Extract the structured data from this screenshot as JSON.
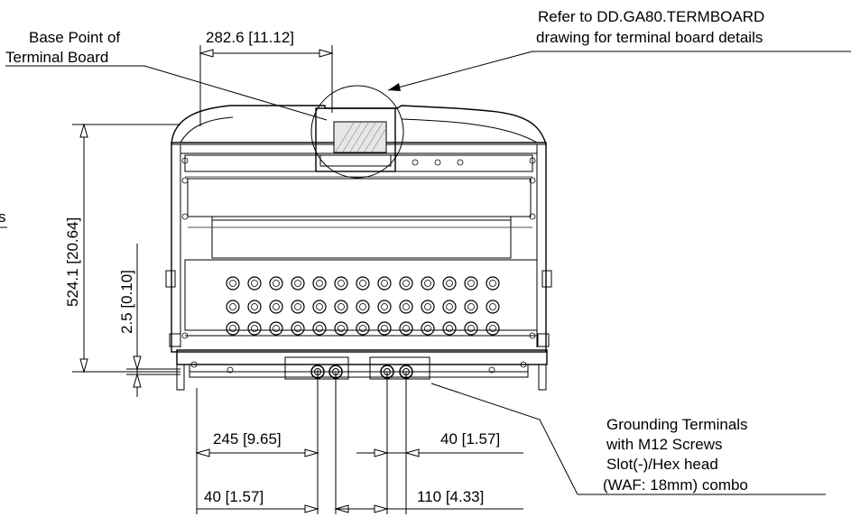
{
  "callouts": {
    "base_point_line1": "Base Point of",
    "base_point_line2": "Terminal Board",
    "refer_line1": "Refer to DD.GA80.TERMBOARD",
    "refer_line2": "drawing for terminal board details",
    "ground_line1": "Grounding Terminals",
    "ground_line2": "with M12 Screws",
    "ground_line3": "Slot(-)/Hex head",
    "ground_line4": " (WAF: 18mm) combo",
    "left_edge_fragment": "s"
  },
  "dimensions": {
    "top_width": "282.6 [11.12]",
    "height_total": "524.1 [20.64]",
    "height_offset": "2.5 [0.10]",
    "ground_left": "245 [9.65]",
    "ground_right_offset": "40 [1.57]",
    "bottom_left_offset": "40 [1.57]",
    "ground_spacing": "110 [4.33]"
  }
}
